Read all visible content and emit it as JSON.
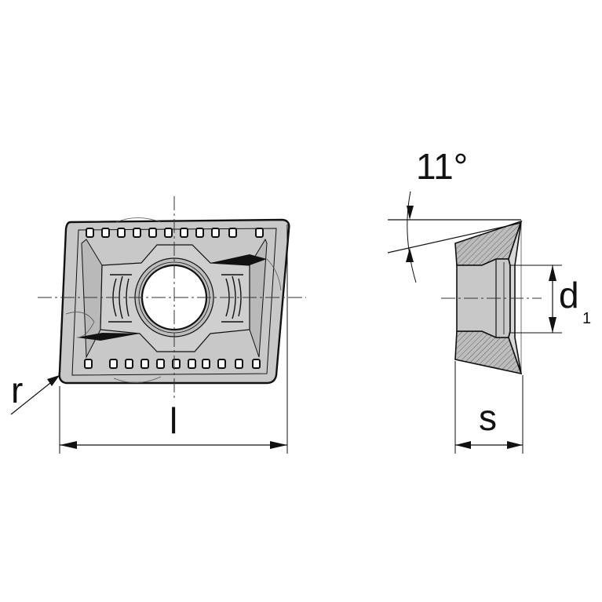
{
  "labels": {
    "radius": "r",
    "length": "l",
    "angle": "11°",
    "diameter_main": "d",
    "diameter_sub": "1",
    "thickness": "s"
  },
  "colors": {
    "insert_fill": "#c8c8c8",
    "insert_dark": "#a9a9a9",
    "line": "#111111",
    "centerline": "#333333",
    "hatch": "#555555"
  }
}
